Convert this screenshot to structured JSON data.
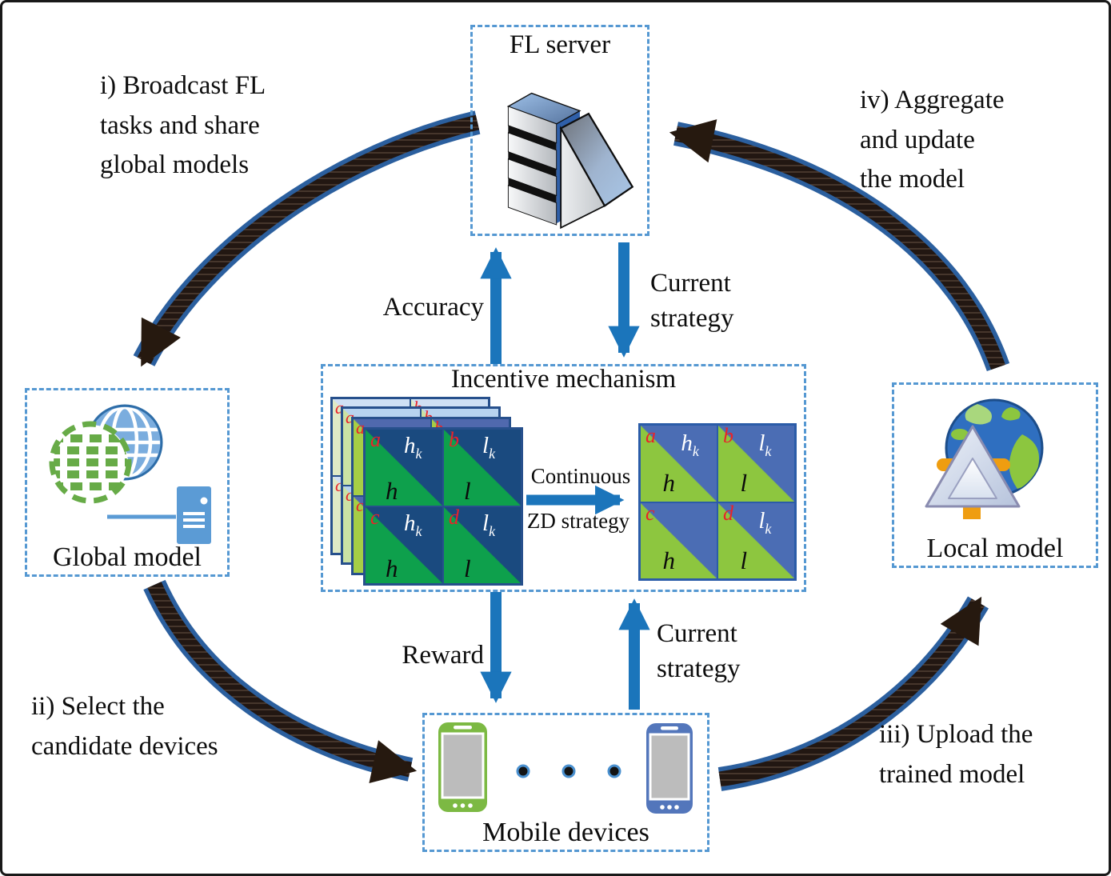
{
  "nodes": {
    "fl_server": {
      "label": "FL server"
    },
    "global_model": {
      "label": "Global model"
    },
    "local_model": {
      "label": "Local model"
    },
    "mobile_devices": {
      "label": "Mobile devices"
    },
    "incentive_mechanism": {
      "label": "Incentive mechanism"
    }
  },
  "steps": {
    "i": "i) Broadcast FL\ntasks and share\nglobal models",
    "ii": "ii) Select the\ncandidate devices",
    "iii": "iii) Upload the\ntrained model",
    "iv": "iv) Aggregate\nand update\nthe model"
  },
  "flows": {
    "accuracy": "Accuracy",
    "current_strategy_to_incentive": "Current strategy",
    "reward": "Reward",
    "current_strategy_from_devices": "Current strategy",
    "zd_line1": "Continuous",
    "zd_line2": "ZD strategy"
  },
  "payoff_matrix_stack": {
    "layer_corners": [
      "a",
      "b",
      "c",
      "d"
    ],
    "cells": [
      {
        "corner": "a",
        "top_main": "h",
        "top_sub": "k",
        "bottom": "h"
      },
      {
        "corner": "b",
        "top_main": "l",
        "top_sub": "k",
        "bottom": "l"
      },
      {
        "corner": "c",
        "top_main": "h",
        "top_sub": "k",
        "bottom": "h"
      },
      {
        "corner": "d",
        "top_main": "l",
        "top_sub": "k",
        "bottom": "l"
      }
    ]
  },
  "payoff_matrix_result": {
    "cells": [
      {
        "corner": "a",
        "top_main": "h",
        "top_sub": "k",
        "bottom": "h"
      },
      {
        "corner": "b",
        "top_main": "l",
        "top_sub": "k",
        "bottom": "l"
      },
      {
        "corner": "c",
        "top_main": "",
        "top_sub": "",
        "bottom": "h"
      },
      {
        "corner": "d",
        "top_main": "l",
        "top_sub": "k",
        "bottom": "l"
      }
    ]
  },
  "colors": {
    "dashed_border": "#5598d2",
    "flow_arrow_blue": "#1b75bb",
    "cycle_arrow_body": "#221712",
    "cycle_arrow_edge": "#2b5f9e",
    "matrix_navy": "#1a4a7f",
    "matrix_green_dark": "#0ea04c",
    "matrix_blue_mid": "#4b6db4",
    "matrix_green_light": "#8dc63f",
    "corner_letter_red": "#e8232a",
    "phone_green": "#7cb943",
    "phone_blue": "#5376bb"
  }
}
